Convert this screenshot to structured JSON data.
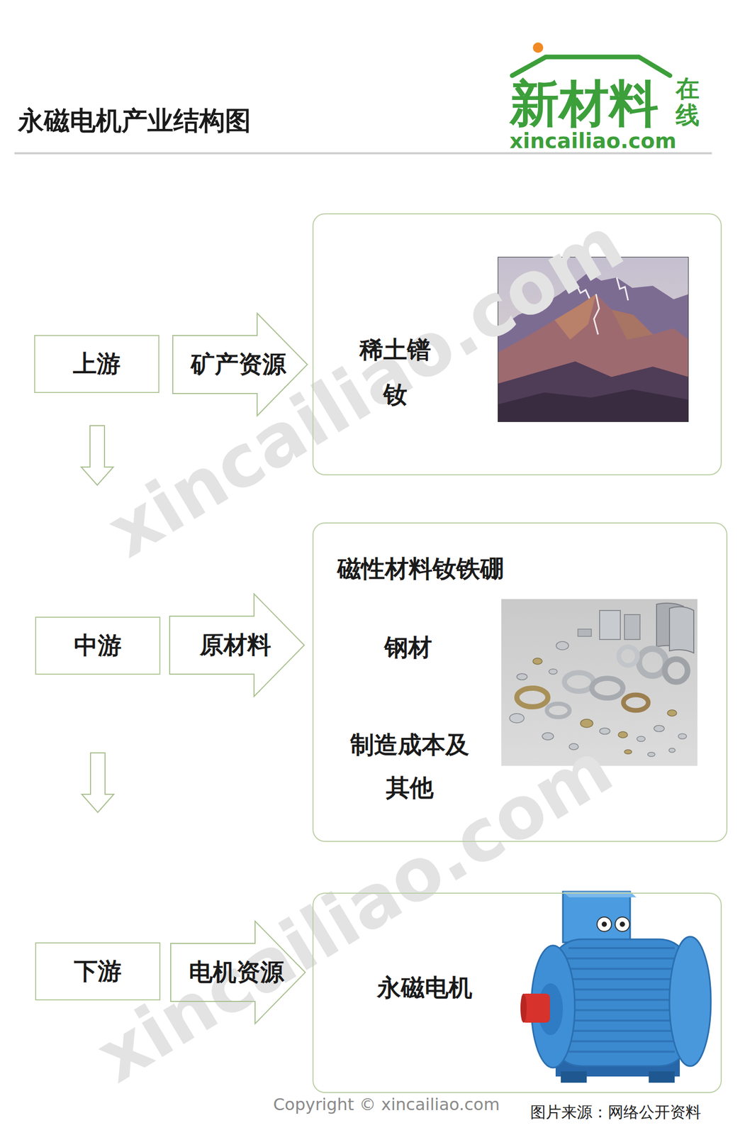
{
  "diagram": {
    "title": "永磁电机产业结构图",
    "nodes": [
      {
        "text": [
          "上游"
        ]
      },
      {
        "text": [
          "矿产资源"
        ]
      },
      {
        "text": [
          "稀土镨 钕"
        ]
      },
      {
        "text": [
          "中游"
        ]
      },
      {
        "text": [
          "原材料"
        ]
      },
      {
        "text": [
          "磁性材料钕铁硼",
          "钢材",
          "制造成本及 其他"
        ]
      },
      {
        "text": [
          "下游"
        ]
      },
      {
        "text": [
          "电机资源"
        ]
      },
      {
        "text": [
          "永磁电机"
        ]
      }
    ],
    "edges": [
      {
        "from": 0,
        "to": 3,
        "arrow": "to"
      },
      {
        "from": 3,
        "to": 6,
        "arrow": "to"
      }
    ],
    "labels": [
      "新材料",
      "在线",
      "xincailiao.com",
      "xincailiao.com",
      "xincailiao.com",
      "Copyright © xincailiao.com",
      "图片来源：网络公开资料"
    ]
  }
}
